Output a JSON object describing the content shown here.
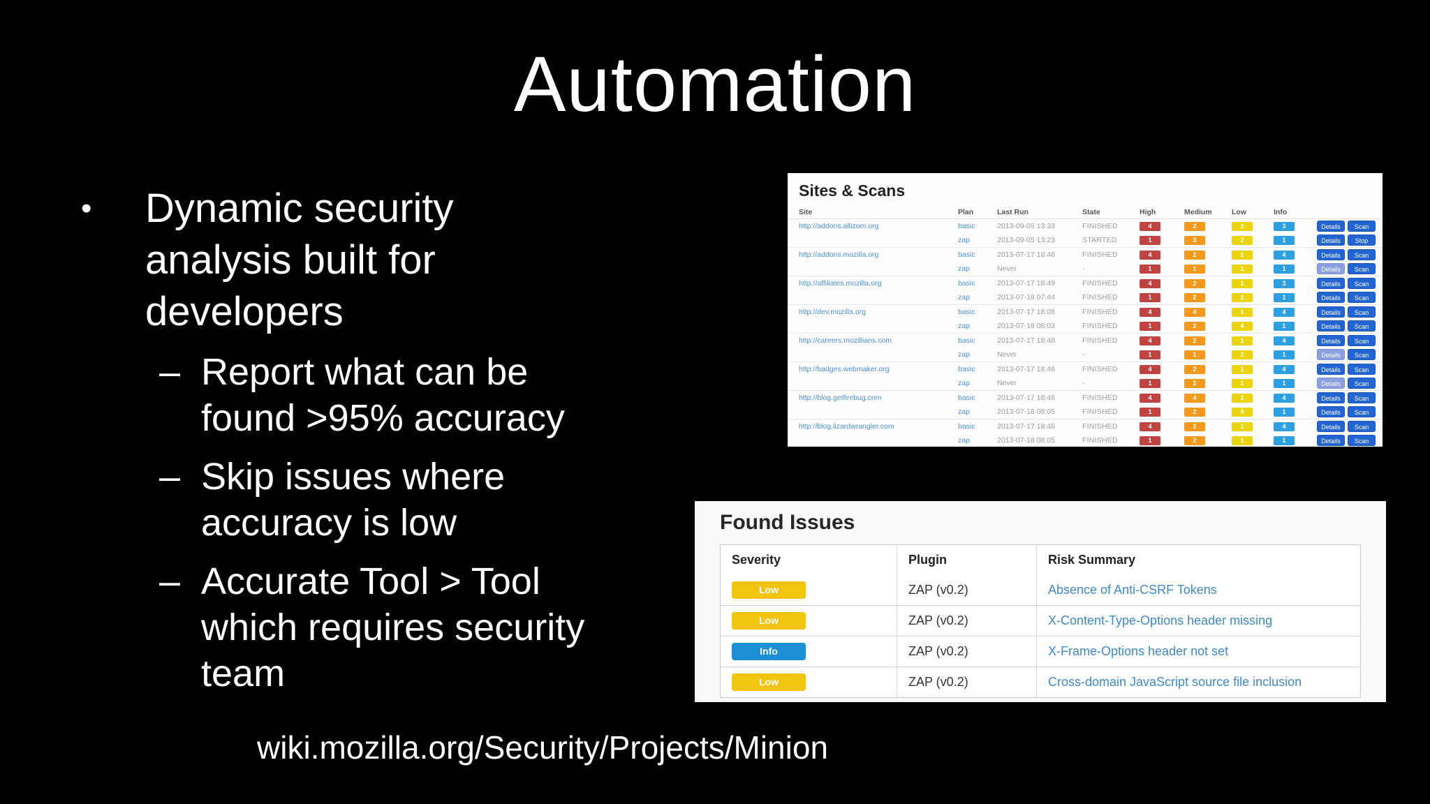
{
  "slide": {
    "title": "Automation",
    "bullet_glyph": "•",
    "dash_glyph": "–",
    "bullet": "Dynamic security analysis built for developers",
    "sub_bullets": [
      "Report what can be found >95% accuracy",
      "Skip issues where accuracy is low",
      "Accurate Tool > Tool which requires security team"
    ],
    "footer": "wiki.mozilla.org/Security/Projects/Minion"
  },
  "colors": {
    "high_badge": "#bf4341",
    "medium_badge": "#f2991e",
    "low_badge": "#ecd40e",
    "info_badge": "#2e9fe0",
    "action_button": "#2264d1",
    "issue_low_badge": "#f0c40f",
    "issue_info_badge": "#1d8fd6",
    "link_blue": "#4a90d9"
  },
  "sites_scans": {
    "title": "Sites & Scans",
    "columns": [
      "Site",
      "Plan",
      "Last Run",
      "State",
      "High",
      "Medium",
      "Low",
      "Info"
    ],
    "rows": [
      {
        "site": "http://addons.allizom.org",
        "plan": "basic",
        "last_run": "2013-09-05 13:33",
        "state": "FINISHED",
        "high": 4,
        "medium": 2,
        "low": 1,
        "info": 3,
        "buttons": [
          "Details",
          "Scan"
        ],
        "details_disabled": false
      },
      {
        "site": "",
        "plan": "zap",
        "last_run": "2013-09-05 13:23",
        "state": "STARTED",
        "high": 1,
        "medium": 3,
        "low": 2,
        "info": 1,
        "buttons": [
          "Details",
          "Stop"
        ],
        "details_disabled": false
      },
      {
        "site": "http://addons.mozilla.org",
        "plan": "basic",
        "last_run": "2013-07-17 18:46",
        "state": "FINISHED",
        "high": 4,
        "medium": 2,
        "low": 1,
        "info": 4,
        "buttons": [
          "Details",
          "Scan"
        ],
        "details_disabled": false
      },
      {
        "site": "",
        "plan": "zap",
        "last_run": "Never",
        "state": "-",
        "high": 1,
        "medium": 1,
        "low": 1,
        "info": 1,
        "buttons": [
          "Details",
          "Scan"
        ],
        "details_disabled": true
      },
      {
        "site": "http://affiliates.mozilla.org",
        "plan": "basic",
        "last_run": "2013-07-17 18:49",
        "state": "FINISHED",
        "high": 4,
        "medium": 2,
        "low": 1,
        "info": 3,
        "buttons": [
          "Details",
          "Scan"
        ],
        "details_disabled": false
      },
      {
        "site": "",
        "plan": "zap",
        "last_run": "2013-07-18 07:44",
        "state": "FINISHED",
        "high": 1,
        "medium": 2,
        "low": 1,
        "info": 1,
        "buttons": [
          "Details",
          "Scan"
        ],
        "details_disabled": false
      },
      {
        "site": "http://dev.mozilla.org",
        "plan": "basic",
        "last_run": "2013-07-17 18:08",
        "state": "FINISHED",
        "high": 4,
        "medium": 4,
        "low": 1,
        "info": 4,
        "buttons": [
          "Details",
          "Scan"
        ],
        "details_disabled": false
      },
      {
        "site": "",
        "plan": "zap",
        "last_run": "2013-07-18 08:03",
        "state": "FINISHED",
        "high": 1,
        "medium": 2,
        "low": 4,
        "info": 1,
        "buttons": [
          "Details",
          "Scan"
        ],
        "details_disabled": false
      },
      {
        "site": "http://careers.mozillians.com",
        "plan": "basic",
        "last_run": "2013-07-17 18:48",
        "state": "FINISHED",
        "high": 4,
        "medium": 2,
        "low": 1,
        "info": 4,
        "buttons": [
          "Details",
          "Scan"
        ],
        "details_disabled": false
      },
      {
        "site": "",
        "plan": "zap",
        "last_run": "Never",
        "state": "-",
        "high": 1,
        "medium": 1,
        "low": 1,
        "info": 1,
        "buttons": [
          "Details",
          "Scan"
        ],
        "details_disabled": true
      },
      {
        "site": "http://badges.webmaker.org",
        "plan": "basic",
        "last_run": "2013-07-17 18:46",
        "state": "FINISHED",
        "high": 4,
        "medium": 2,
        "low": 1,
        "info": 4,
        "buttons": [
          "Details",
          "Scan"
        ],
        "details_disabled": false
      },
      {
        "site": "",
        "plan": "zap",
        "last_run": "Never",
        "state": "-",
        "high": 1,
        "medium": 2,
        "low": 1,
        "info": 1,
        "buttons": [
          "Details",
          "Scan"
        ],
        "details_disabled": true
      },
      {
        "site": "http://blog.getfirebug.com",
        "plan": "basic",
        "last_run": "2013-07-17 18:46",
        "state": "FINISHED",
        "high": 4,
        "medium": 4,
        "low": 1,
        "info": 4,
        "buttons": [
          "Details",
          "Scan"
        ],
        "details_disabled": false
      },
      {
        "site": "",
        "plan": "zap",
        "last_run": "2013-07-18 08:05",
        "state": "FINISHED",
        "high": 1,
        "medium": 2,
        "low": 4,
        "info": 1,
        "buttons": [
          "Details",
          "Scan"
        ],
        "details_disabled": false
      },
      {
        "site": "http://blog.lizardwrangler.com",
        "plan": "basic",
        "last_run": "2013-07-17 18:46",
        "state": "FINISHED",
        "high": 4,
        "medium": 2,
        "low": 1,
        "info": 4,
        "buttons": [
          "Details",
          "Scan"
        ],
        "details_disabled": false
      },
      {
        "site": "",
        "plan": "zap",
        "last_run": "2013-07-18 08:05",
        "state": "FINISHED",
        "high": 1,
        "medium": 2,
        "low": 1,
        "info": 1,
        "buttons": [
          "Details",
          "Scan"
        ],
        "details_disabled": false
      }
    ]
  },
  "found_issues": {
    "title": "Found Issues",
    "columns": [
      "Severity",
      "Plugin",
      "Risk Summary"
    ],
    "rows": [
      {
        "severity": "Low",
        "severity_type": "low",
        "plugin": "ZAP (v0.2)",
        "risk": "Absence of Anti-CSRF Tokens"
      },
      {
        "severity": "Low",
        "severity_type": "low",
        "plugin": "ZAP (v0.2)",
        "risk": "X-Content-Type-Options header missing"
      },
      {
        "severity": "Info",
        "severity_type": "info",
        "plugin": "ZAP (v0.2)",
        "risk": "X-Frame-Options header not set"
      },
      {
        "severity": "Low",
        "severity_type": "low",
        "plugin": "ZAP (v0.2)",
        "risk": "Cross-domain JavaScript source file inclusion"
      }
    ]
  }
}
